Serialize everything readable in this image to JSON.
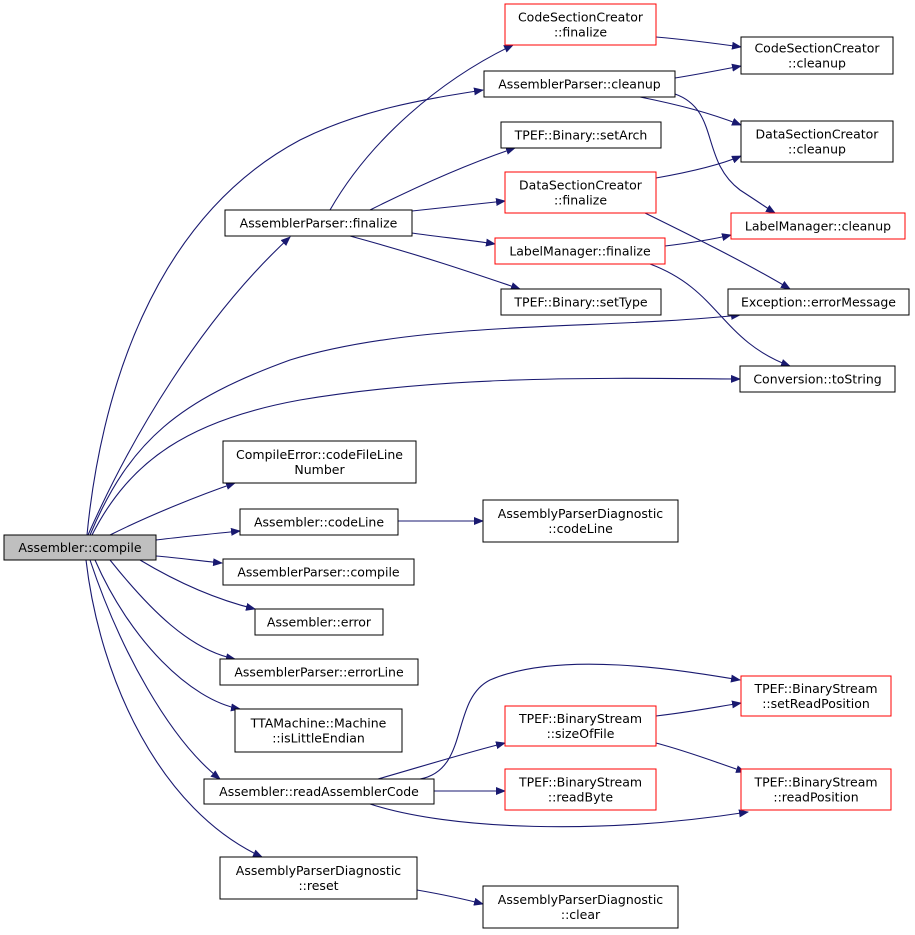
{
  "colors": {
    "edge": "#191970",
    "border_default": "#000000",
    "border_truncated": "#ff0000",
    "root_fill": "#bfbfbf",
    "node_fill": "#ffffff"
  },
  "nodes": [
    {
      "id": "compile",
      "lines": [
        "Assembler::compile"
      ],
      "style": "root"
    },
    {
      "id": "codeSecFinalize",
      "lines": [
        "CodeSectionCreator",
        "::finalize"
      ],
      "style": "truncated"
    },
    {
      "id": "codeSecCleanup",
      "lines": [
        "CodeSectionCreator",
        "::cleanup"
      ],
      "style": "default"
    },
    {
      "id": "apCleanup",
      "lines": [
        "AssemblerParser::cleanup"
      ],
      "style": "default"
    },
    {
      "id": "dataSecCleanup",
      "lines": [
        "DataSectionCreator",
        "::cleanup"
      ],
      "style": "default"
    },
    {
      "id": "setArch",
      "lines": [
        "TPEF::Binary::setArch"
      ],
      "style": "default"
    },
    {
      "id": "dataSecFinalize",
      "lines": [
        "DataSectionCreator",
        "::finalize"
      ],
      "style": "truncated"
    },
    {
      "id": "apFinalize",
      "lines": [
        "AssemblerParser::finalize"
      ],
      "style": "default"
    },
    {
      "id": "lmCleanup",
      "lines": [
        "LabelManager::cleanup"
      ],
      "style": "truncated"
    },
    {
      "id": "lmFinalize",
      "lines": [
        "LabelManager::finalize"
      ],
      "style": "truncated"
    },
    {
      "id": "setType",
      "lines": [
        "TPEF::Binary::setType"
      ],
      "style": "default"
    },
    {
      "id": "errorMessage",
      "lines": [
        "Exception::errorMessage"
      ],
      "style": "default"
    },
    {
      "id": "toString",
      "lines": [
        "Conversion::toString"
      ],
      "style": "default"
    },
    {
      "id": "codeFileLine",
      "lines": [
        "CompileError::codeFileLine",
        "Number"
      ],
      "style": "default"
    },
    {
      "id": "asmCodeLine",
      "lines": [
        "Assembler::codeLine"
      ],
      "style": "default"
    },
    {
      "id": "apdCodeLine",
      "lines": [
        "AssemblyParserDiagnostic",
        "::codeLine"
      ],
      "style": "default"
    },
    {
      "id": "apCompile",
      "lines": [
        "AssemblerParser::compile"
      ],
      "style": "default"
    },
    {
      "id": "asmError",
      "lines": [
        "Assembler::error"
      ],
      "style": "default"
    },
    {
      "id": "apErrorLine",
      "lines": [
        "AssemblerParser::errorLine"
      ],
      "style": "default"
    },
    {
      "id": "isLittleEndian",
      "lines": [
        "TTAMachine::Machine",
        "::isLittleEndian"
      ],
      "style": "default"
    },
    {
      "id": "readAsmCode",
      "lines": [
        "Assembler::readAssemblerCode"
      ],
      "style": "default"
    },
    {
      "id": "sizeOfFile",
      "lines": [
        "TPEF::BinaryStream",
        "::sizeOfFile"
      ],
      "style": "truncated"
    },
    {
      "id": "setReadPos",
      "lines": [
        "TPEF::BinaryStream",
        "::setReadPosition"
      ],
      "style": "truncated"
    },
    {
      "id": "readByte",
      "lines": [
        "TPEF::BinaryStream",
        "::readByte"
      ],
      "style": "truncated"
    },
    {
      "id": "readPos",
      "lines": [
        "TPEF::BinaryStream",
        "::readPosition"
      ],
      "style": "truncated"
    },
    {
      "id": "apdReset",
      "lines": [
        "AssemblyParserDiagnostic",
        "::reset"
      ],
      "style": "default"
    },
    {
      "id": "apdClear",
      "lines": [
        "AssemblyParserDiagnostic",
        "::clear"
      ],
      "style": "default"
    }
  ],
  "edges": [
    {
      "from": "compile",
      "to": "apCleanup"
    },
    {
      "from": "compile",
      "to": "apFinalize"
    },
    {
      "from": "compile",
      "to": "errorMessage"
    },
    {
      "from": "compile",
      "to": "toString"
    },
    {
      "from": "compile",
      "to": "codeFileLine"
    },
    {
      "from": "compile",
      "to": "asmCodeLine"
    },
    {
      "from": "compile",
      "to": "apCompile"
    },
    {
      "from": "compile",
      "to": "asmError"
    },
    {
      "from": "compile",
      "to": "apErrorLine"
    },
    {
      "from": "compile",
      "to": "isLittleEndian"
    },
    {
      "from": "compile",
      "to": "readAsmCode"
    },
    {
      "from": "compile",
      "to": "apdReset"
    },
    {
      "from": "apFinalize",
      "to": "codeSecFinalize"
    },
    {
      "from": "apFinalize",
      "to": "setArch"
    },
    {
      "from": "apFinalize",
      "to": "dataSecFinalize"
    },
    {
      "from": "apFinalize",
      "to": "lmFinalize"
    },
    {
      "from": "apFinalize",
      "to": "setType"
    },
    {
      "from": "codeSecFinalize",
      "to": "codeSecCleanup"
    },
    {
      "from": "apCleanup",
      "to": "codeSecCleanup"
    },
    {
      "from": "apCleanup",
      "to": "dataSecCleanup"
    },
    {
      "from": "apCleanup",
      "to": "lmCleanup"
    },
    {
      "from": "dataSecFinalize",
      "to": "dataSecCleanup"
    },
    {
      "from": "dataSecFinalize",
      "to": "errorMessage"
    },
    {
      "from": "lmFinalize",
      "to": "lmCleanup"
    },
    {
      "from": "lmFinalize",
      "to": "toString"
    },
    {
      "from": "asmCodeLine",
      "to": "apdCodeLine"
    },
    {
      "from": "readAsmCode",
      "to": "setReadPos"
    },
    {
      "from": "readAsmCode",
      "to": "sizeOfFile"
    },
    {
      "from": "readAsmCode",
      "to": "readByte"
    },
    {
      "from": "readAsmCode",
      "to": "readPos"
    },
    {
      "from": "sizeOfFile",
      "to": "setReadPos"
    },
    {
      "from": "sizeOfFile",
      "to": "readPos"
    },
    {
      "from": "apdReset",
      "to": "apdClear"
    }
  ]
}
